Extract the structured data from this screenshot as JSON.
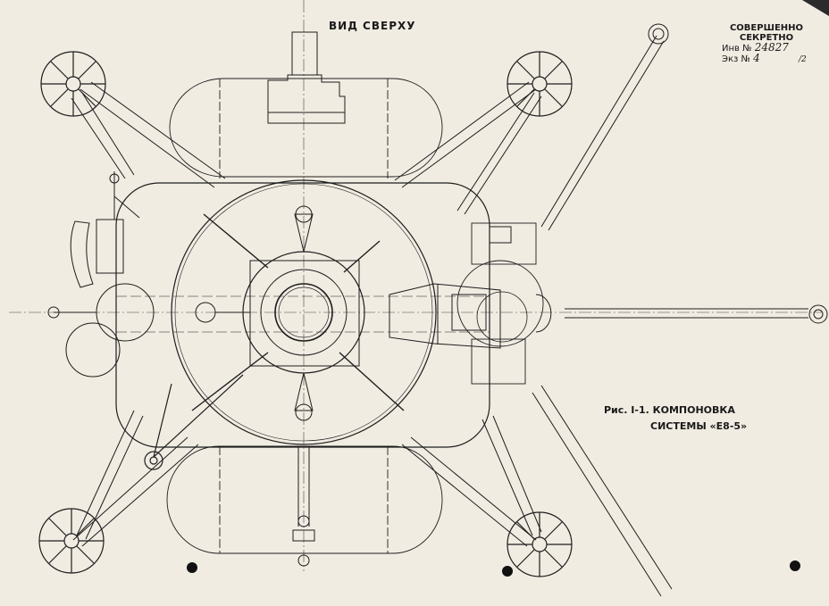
{
  "view_title": "ВИД СВЕРХУ",
  "stamp": {
    "line1": "СОВЕРШЕННО",
    "line2": "СЕКРЕТНО",
    "inv_label": "Инв №",
    "inv_number": "24827",
    "copy_label": "Экз №",
    "copy_number": "4",
    "copy_sub": "/2"
  },
  "caption": {
    "line1": "Рис. I-1. КОМПОНОВКА",
    "line2": "СИСТЕМЫ «Е8-5»"
  },
  "colors": {
    "paper": "#f1ece2",
    "ink": "#1e1e1e",
    "faint_ink": "#555555"
  }
}
